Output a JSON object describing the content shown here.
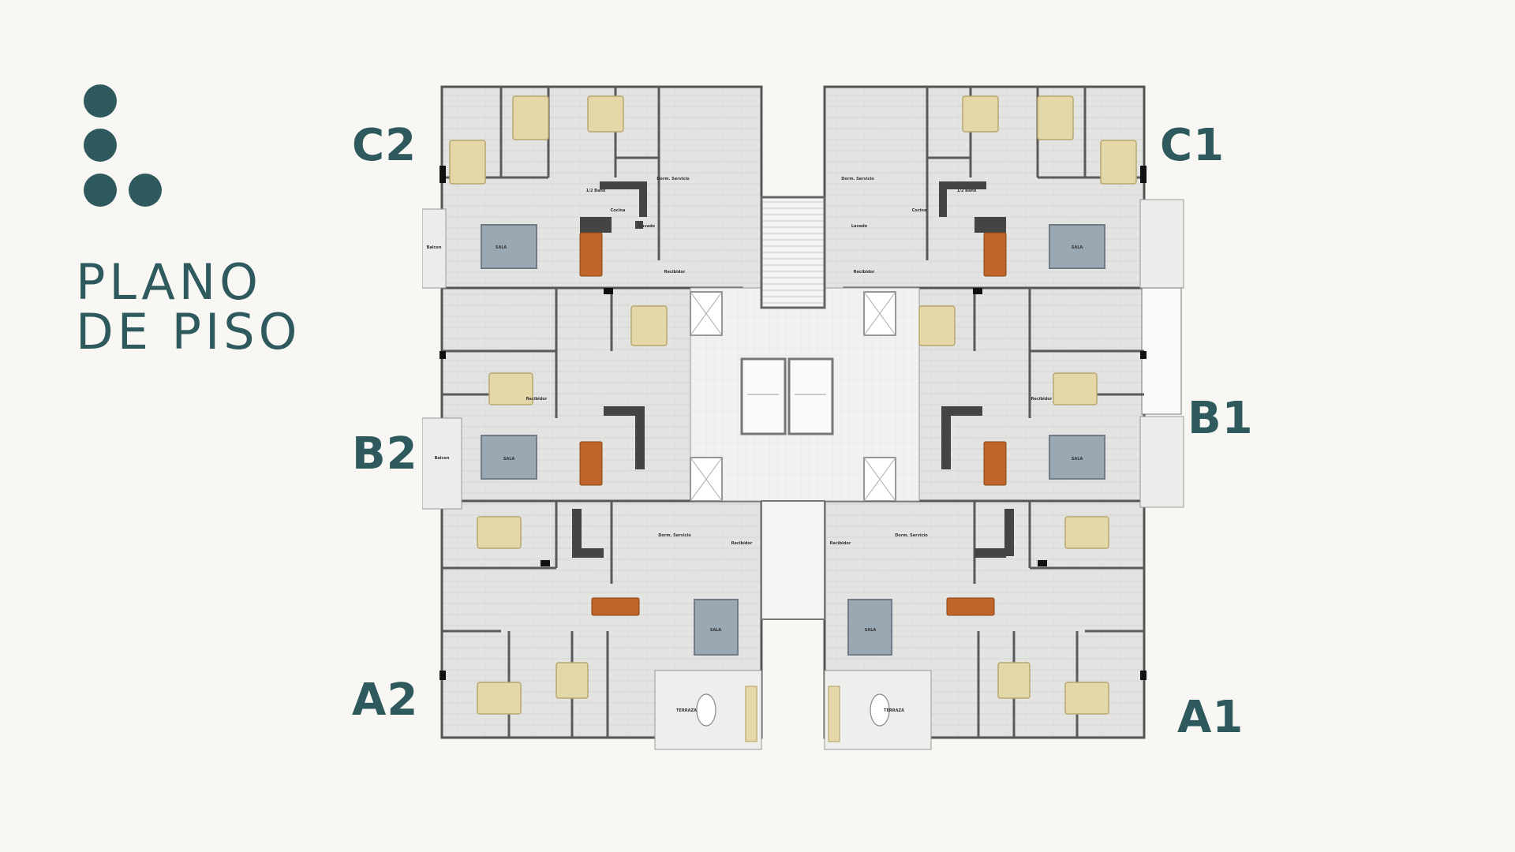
{
  "title": {
    "line1": "PLANO",
    "line2": "DE PISO"
  },
  "brand_color": "#2f5a5d",
  "units": [
    "C2",
    "C1",
    "B2",
    "B1",
    "A2",
    "A1"
  ],
  "rooms": {
    "sala": "SALA",
    "terraza": "TERRAZA",
    "cocina": "Cocina",
    "recibidor": "Recibidor",
    "dorm_servicio": "Dorm. Servicio",
    "balcon": "Balcon",
    "lavado": "Lavado",
    "medio_bano": "1/2 Baño"
  }
}
